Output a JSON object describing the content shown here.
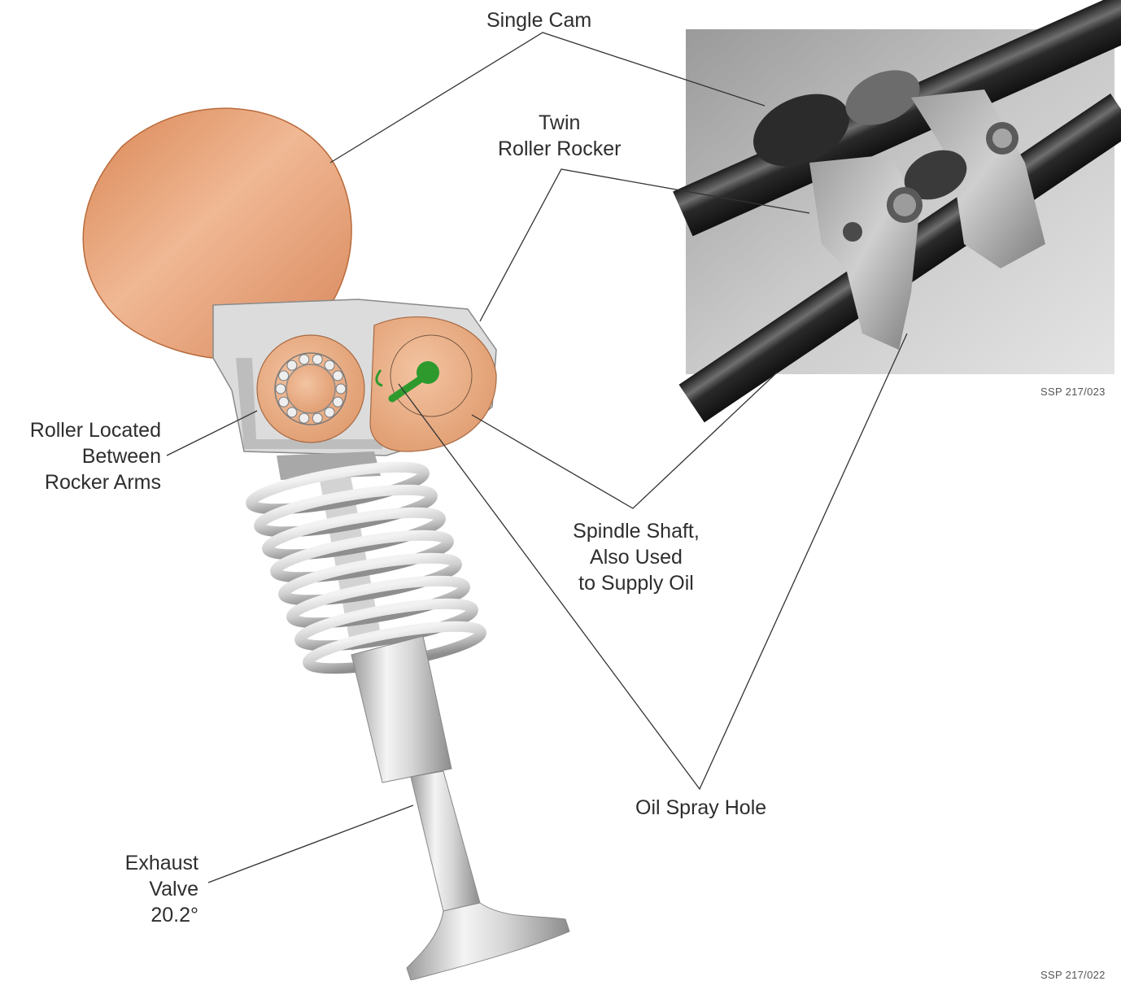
{
  "labels": {
    "single_cam": "Single Cam",
    "twin_roller_rocker": [
      "Twin",
      "Roller Rocker"
    ],
    "roller_located": [
      "Roller Located",
      "Between",
      "Rocker Arms"
    ],
    "spindle_shaft": [
      "Spindle Shaft,",
      "Also Used",
      "to Supply Oil"
    ],
    "oil_spray_hole": "Oil Spray Hole",
    "exhaust_valve": [
      "Exhaust",
      "Valve",
      "20.2°"
    ]
  },
  "figure_ids": {
    "photo": "SSP 217/023",
    "diagram": "SSP 217/022"
  },
  "colors": {
    "cam": "#e39a6a",
    "roller": "#e8a77a",
    "oil_passage": "#2e9a2e",
    "metal": "#c8c8c8",
    "leader_line": "#333333"
  }
}
